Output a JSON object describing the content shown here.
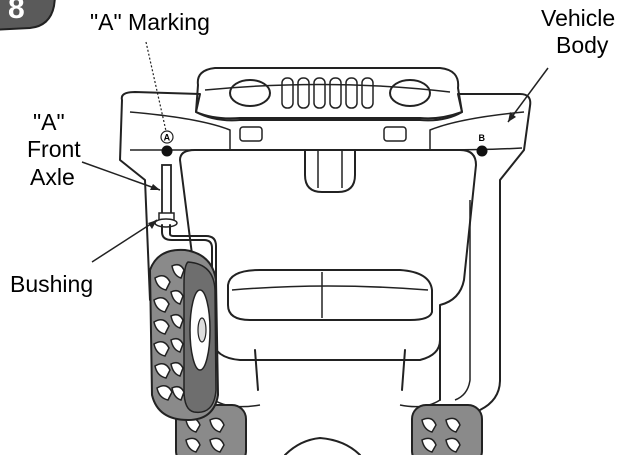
{
  "step_badge": {
    "number": "8",
    "color": "#5a5a5a"
  },
  "labels": {
    "a_marking": "\"A\" Marking",
    "vehicle_body_line1": "Vehicle",
    "vehicle_body_line2": "Body",
    "front_axle_line1": "\"A\"",
    "front_axle_line2": "Front",
    "front_axle_line3": "Axle",
    "bushing": "Bushing",
    "hole_a": "A",
    "hole_b": "B"
  },
  "colors": {
    "tire": "#8a8a8a",
    "tire_dark": "#5e5e5e",
    "outline": "#222222",
    "hole": "#111111"
  }
}
